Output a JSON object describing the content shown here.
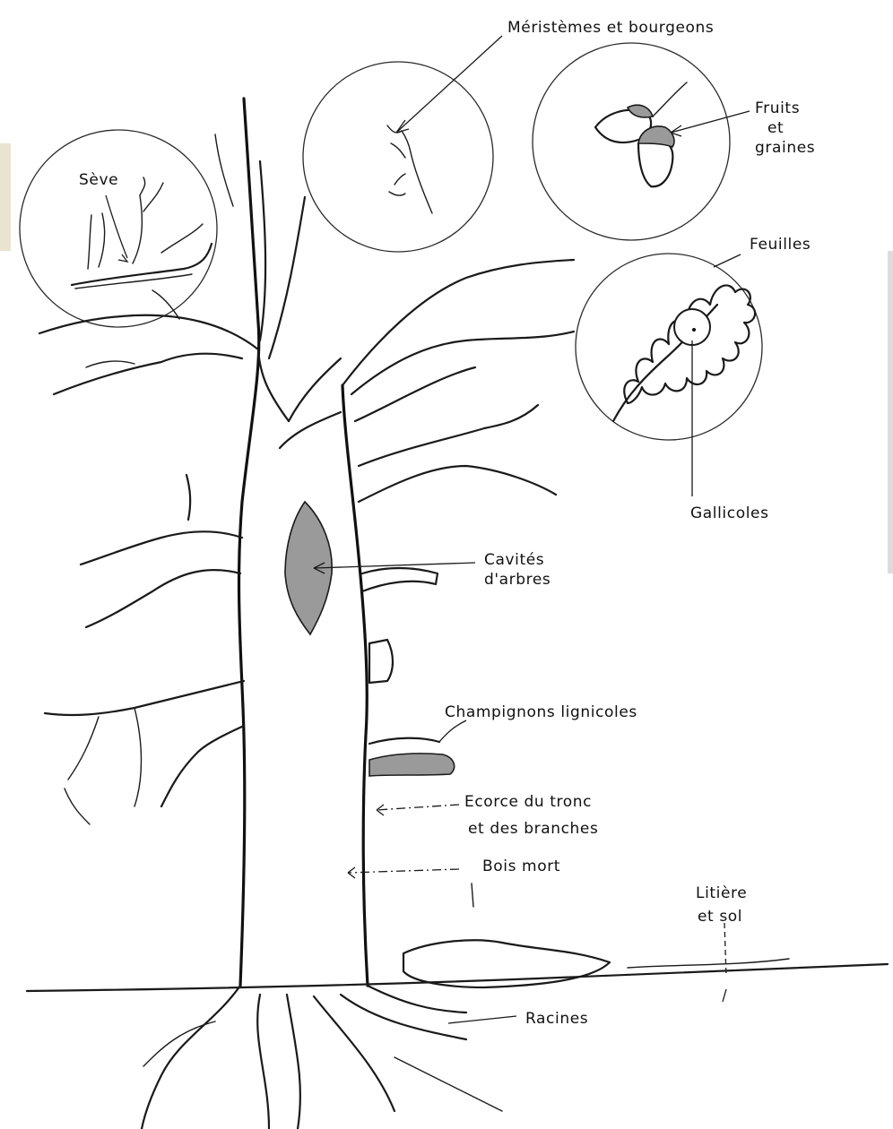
{
  "labels": {
    "meristemes": "Méristèmes et bourgeons",
    "seve": "Sève",
    "fruits_1": "Fruits",
    "fruits_2": "et",
    "fruits_3": "graines",
    "feuilles": "Feuilles",
    "gallicoles": "Gallicoles",
    "cavites_1": "Cavités",
    "cavites_2": "d'arbres",
    "champignons": "Champignons   lignicoles",
    "ecorce_1": "Ecorce du tronc",
    "ecorce_2": "et des branches",
    "bois_mort": "Bois mort",
    "litiere_1": "Litière",
    "litiere_2": "et sol",
    "racines": "Racines"
  }
}
